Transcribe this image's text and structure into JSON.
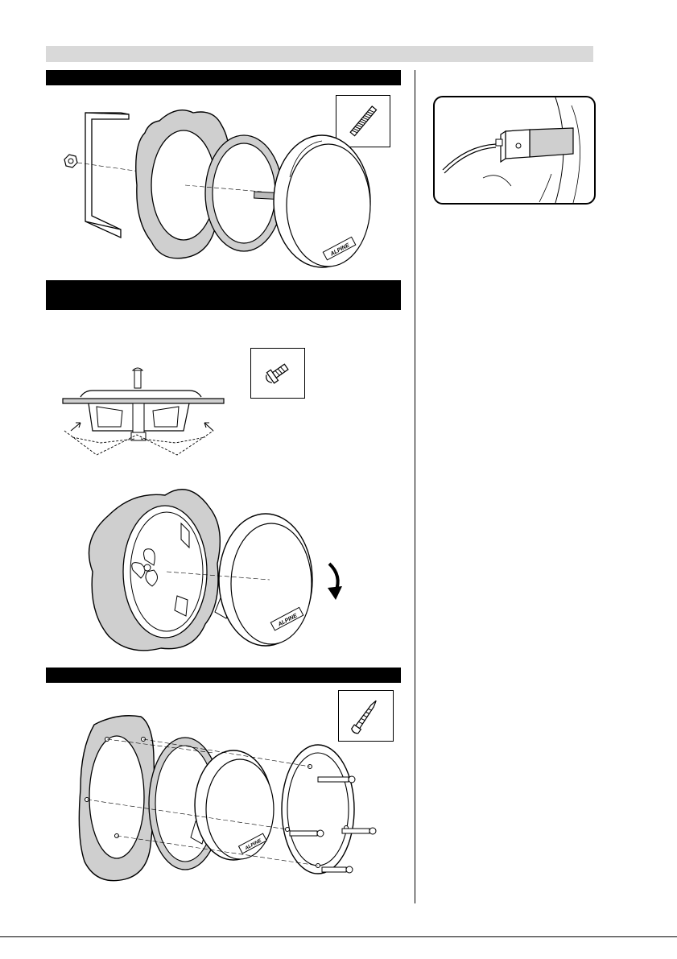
{
  "brand": {
    "logo_text": "ALPINE"
  },
  "colors": {
    "header_bar": "#000000",
    "top_strip": "#d9d9d9",
    "ring_fill": "#d0d0d0",
    "line": "#000000"
  },
  "sections": [
    {
      "id": "section-1",
      "icon": "threaded-stud-icon"
    },
    {
      "id": "section-2",
      "icon": "short-screw-icon"
    },
    {
      "id": "section-3",
      "icon": "tapping-screw-icon"
    }
  ],
  "side_panel": {
    "icon": "terminal-connection-detail"
  }
}
